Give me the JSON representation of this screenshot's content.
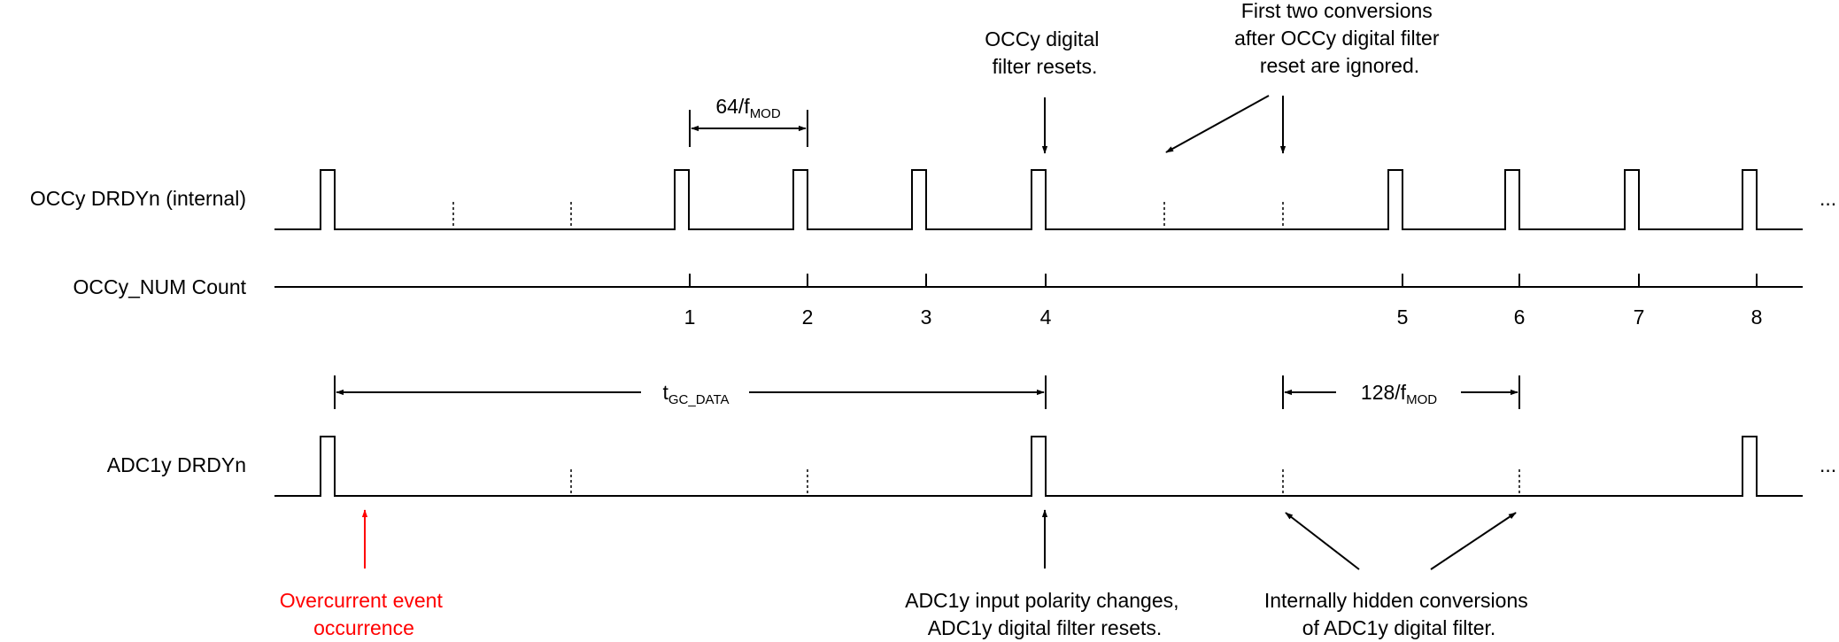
{
  "signals": {
    "occy_drdyn": "OCCy DRDYn (internal)",
    "occy_num_count": "OCCy_NUM Count",
    "adc1y_drdyn": "ADC1y DRDYn"
  },
  "continuation": "...",
  "counts": [
    "1",
    "2",
    "3",
    "4",
    "5",
    "6",
    "7",
    "8"
  ],
  "timing": {
    "t64": {
      "main": "64/f",
      "sub": "MOD"
    },
    "t128": {
      "main": "128/f",
      "sub": "MOD"
    },
    "tgc": {
      "main": "t",
      "sub": "GC_DATA"
    }
  },
  "annotations": {
    "filter_reset": [
      "OCCy digital",
      "filter resets."
    ],
    "ignored": [
      "First two conversions",
      "after OCCy digital filter",
      "reset are ignored."
    ],
    "overcurrent": [
      "Overcurrent event",
      "occurrence"
    ],
    "polarity": [
      "ADC1y input polarity changes,",
      "ADC1y digital filter resets."
    ],
    "hidden": [
      "Internally hidden conversions",
      "of ADC1y digital filter."
    ]
  },
  "colors": {
    "event": "#ff0000",
    "line": "#000000"
  }
}
